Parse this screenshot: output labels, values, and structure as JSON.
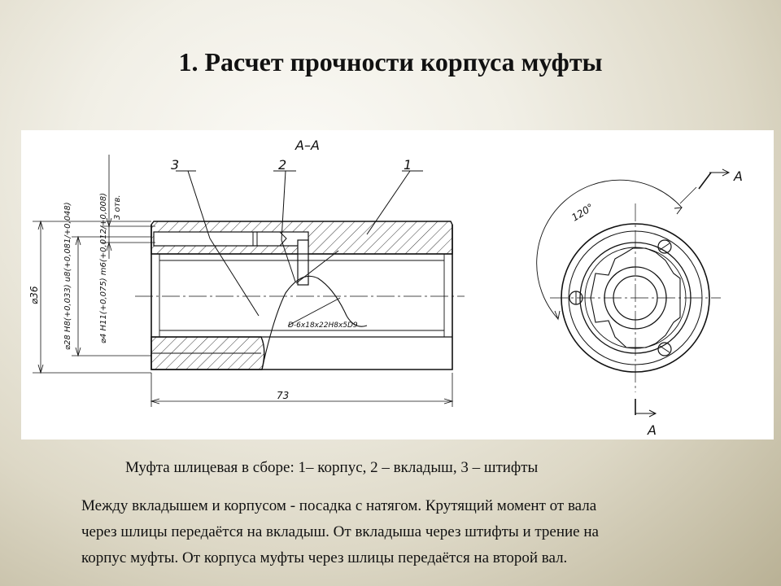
{
  "slide": {
    "title": "1.   Расчет прочности корпуса муфты",
    "caption": "Муфта шлицевая в сборе: 1– корпус, 2 – вкладыш, 3 – штифты",
    "description_lines": [
      "Между вкладышем и корпусом - посадка с натягом. Крутящий момент от вала",
      "через шлицы передаётся на вкладыш. От вкладыша через штифты и трение на",
      "корпус муфты. От корпуса муфты через шлицы передаётся на второй вал."
    ]
  },
  "drawing": {
    "section_label": "А–А",
    "part_labels": [
      "3",
      "2",
      "1"
    ],
    "dim_pin": "⌀4 H11(+0,075) m6(+0,012/+0,008)",
    "dim_holes": "3 отв.",
    "dim_outer": "⌀36",
    "dim_inner": "⌀28 H8(+0,033) u8(+0,081/+0,048)",
    "spline_spec": "D-6x18x22H8x5D9",
    "dim_length": "73",
    "angle": "120°",
    "section_mark": "А"
  }
}
